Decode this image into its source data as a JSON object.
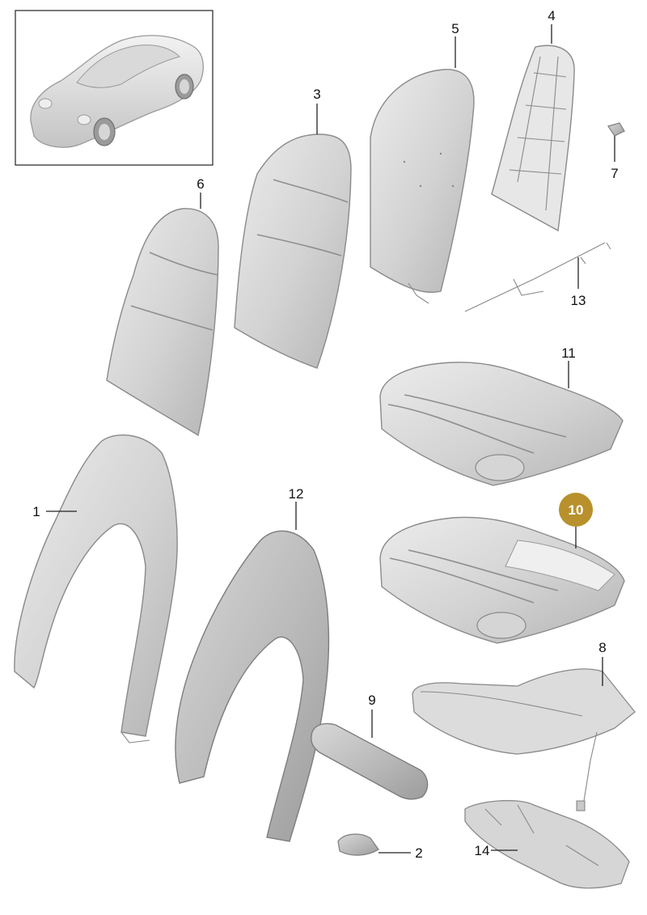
{
  "callouts": [
    {
      "id": "1",
      "label": "1"
    },
    {
      "id": "2",
      "label": "2"
    },
    {
      "id": "3",
      "label": "3"
    },
    {
      "id": "4",
      "label": "4"
    },
    {
      "id": "5",
      "label": "5"
    },
    {
      "id": "6",
      "label": "6"
    },
    {
      "id": "7",
      "label": "7"
    },
    {
      "id": "8",
      "label": "8"
    },
    {
      "id": "9",
      "label": "9"
    },
    {
      "id": "10",
      "label": "10",
      "highlighted": true
    },
    {
      "id": "11",
      "label": "11"
    },
    {
      "id": "12",
      "label": "12"
    },
    {
      "id": "13",
      "label": "13"
    },
    {
      "id": "14",
      "label": "14"
    }
  ],
  "colors": {
    "highlight_badge": "#b8912d",
    "part_light": "#e2e2e2",
    "part_shade": "#b9b9b9",
    "line": "#222222"
  }
}
